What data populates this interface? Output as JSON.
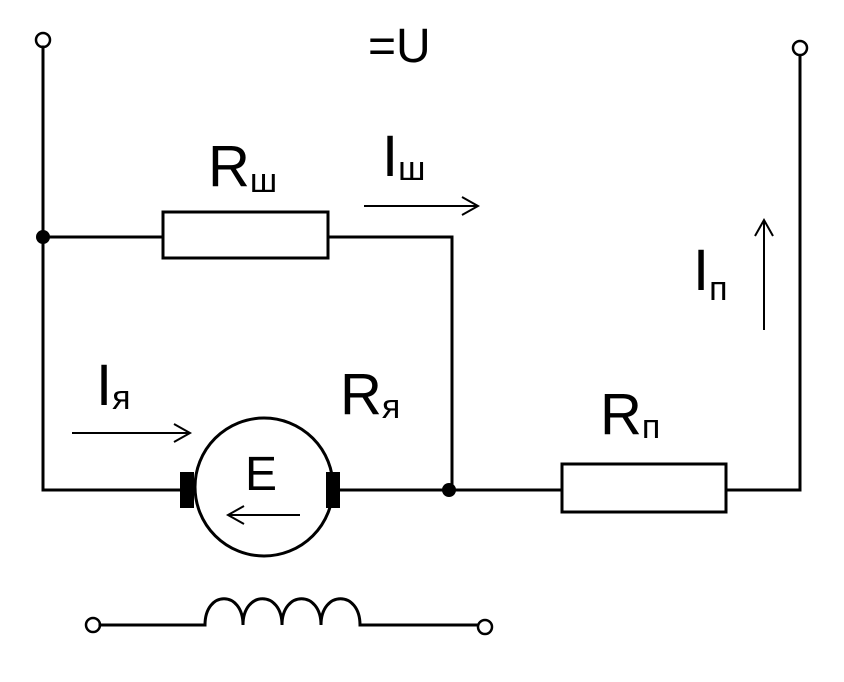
{
  "supply": {
    "label": "=U"
  },
  "shunt_resistor": {
    "letter": "R",
    "sub": "ш"
  },
  "shunt_current": {
    "letter": "I",
    "sub": "ш"
  },
  "armature_current": {
    "letter": "I",
    "sub": "я"
  },
  "armature_resistance": {
    "letter": "R",
    "sub": "я"
  },
  "emf": {
    "label": "E"
  },
  "start_resistor": {
    "letter": "R",
    "sub": "п"
  },
  "start_current": {
    "letter": "I",
    "sub": "п"
  }
}
